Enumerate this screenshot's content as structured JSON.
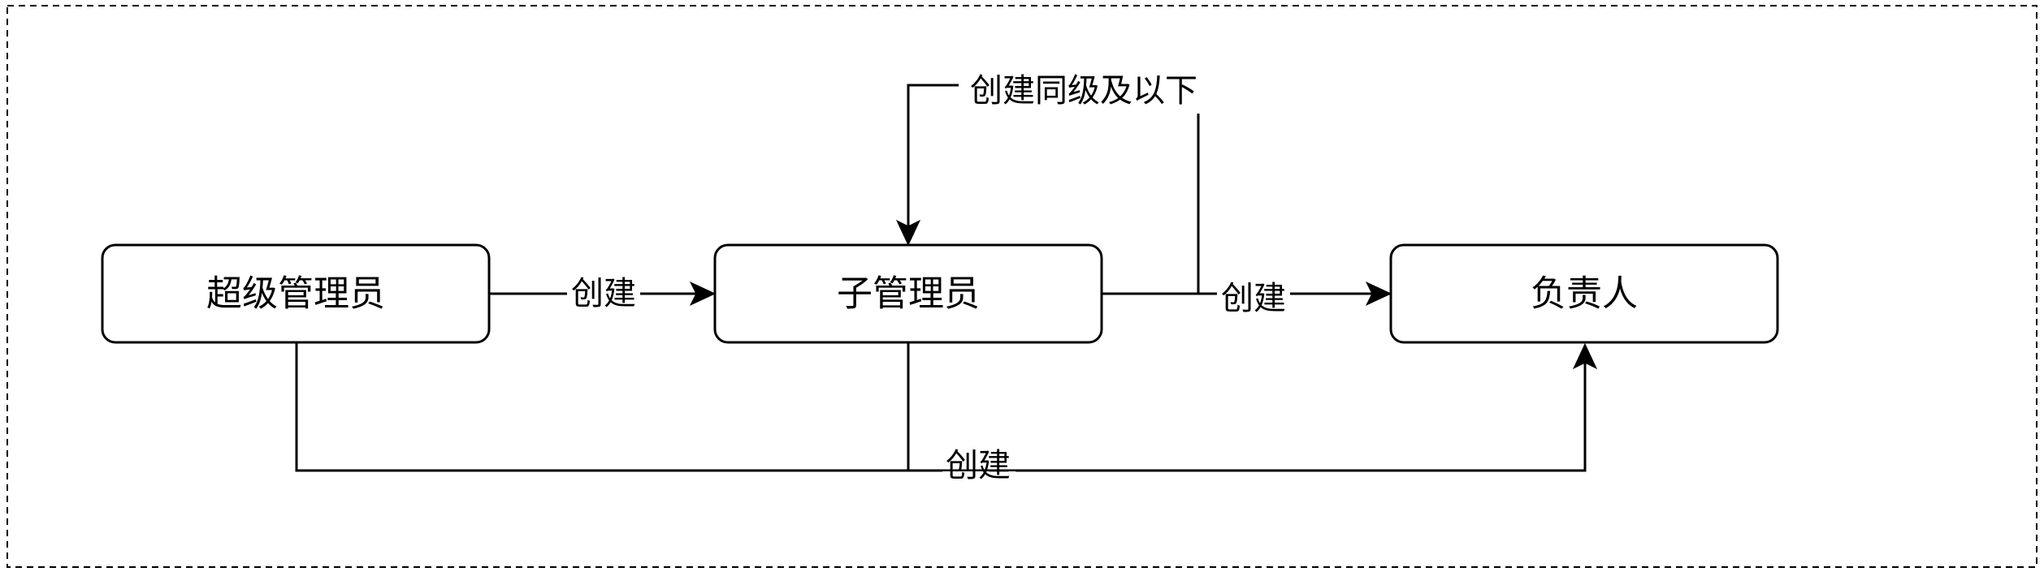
{
  "nodes": {
    "super_admin": "超级管理员",
    "sub_admin": "子管理员",
    "owner": "负责人"
  },
  "edges": {
    "super_to_sub": "创建",
    "sub_to_owner": "创建",
    "sub_self_loop": "创建同级及以下",
    "bottom_to_owner": "创建"
  },
  "colors": {
    "stroke": "#000000",
    "background": "#ffffff"
  }
}
